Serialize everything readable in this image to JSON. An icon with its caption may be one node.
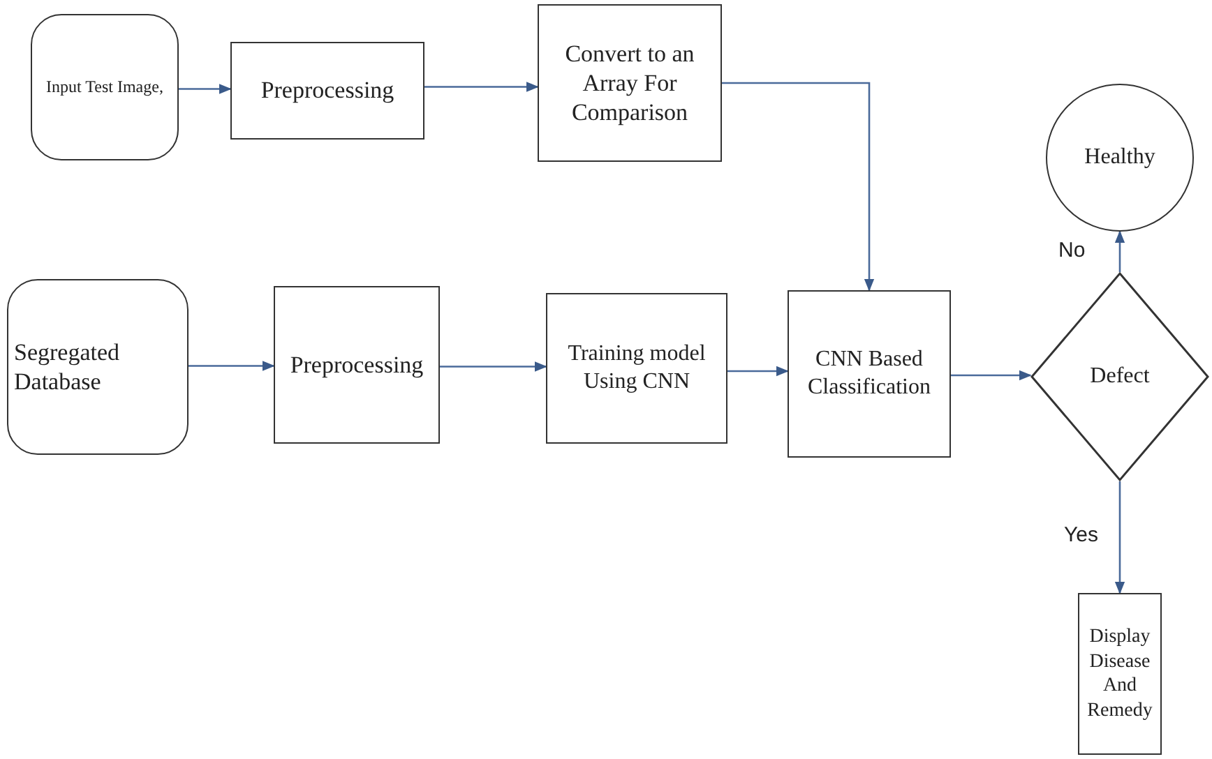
{
  "diagram": {
    "nodes": [
      {
        "text": [
          "Input Test Image,"
        ]
      },
      {
        "text": [
          "Preprocessing"
        ]
      },
      {
        "text": [
          "Convert to an Array For Comparison"
        ]
      },
      {
        "text": [
          "Segregated Database"
        ]
      },
      {
        "text": [
          "Preprocessing"
        ]
      },
      {
        "text": [
          "Training model Using CNN"
        ]
      },
      {
        "text": [
          "CNN Based Classification"
        ]
      },
      {
        "text": [
          "Healthy"
        ]
      },
      {
        "text": [
          "Defect"
        ]
      },
      {
        "text": [
          "Display Disease And Remedy"
        ]
      }
    ],
    "edges": [
      {
        "from": 0,
        "to": 1,
        "arrow": "to"
      },
      {
        "from": 1,
        "to": 2,
        "arrow": "to"
      },
      {
        "from": 2,
        "to": 6,
        "arrow": "to"
      },
      {
        "from": 3,
        "to": 4,
        "arrow": "to"
      },
      {
        "from": 4,
        "to": 5,
        "arrow": "to"
      },
      {
        "from": 5,
        "to": 6,
        "arrow": "to"
      },
      {
        "from": 6,
        "to": 8,
        "arrow": "to"
      },
      {
        "from": 8,
        "to": 7,
        "arrow": "to",
        "label": "No"
      },
      {
        "from": 8,
        "to": 9,
        "arrow": "to",
        "label": "Yes"
      }
    ]
  }
}
